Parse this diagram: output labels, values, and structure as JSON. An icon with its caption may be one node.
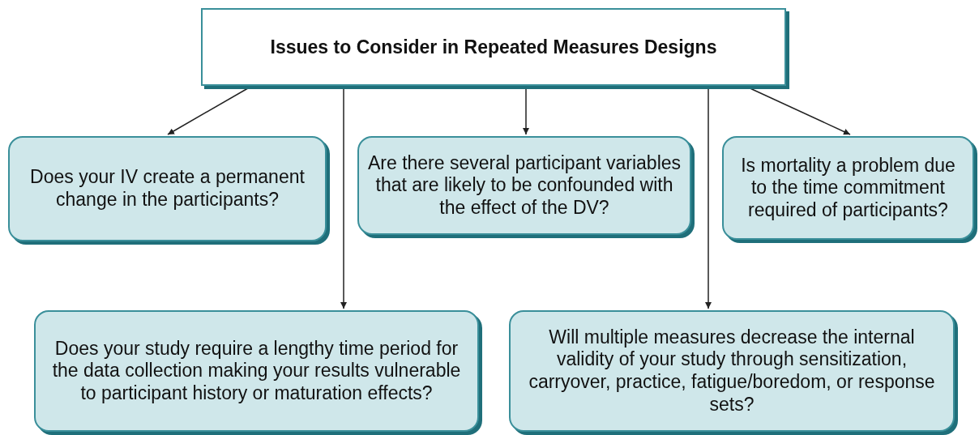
{
  "diagram": {
    "nodes": [
      {
        "text": [
          "Issues to Consider in Repeated Measures Designs"
        ]
      },
      {
        "text": [
          "Does your IV create a permanent change in the participants?"
        ]
      },
      {
        "text": [
          "Are there several participant variables that are likely to be confounded with the effect of the DV?"
        ]
      },
      {
        "text": [
          "Is mortality a problem due to the time commitment required of participants?"
        ]
      },
      {
        "text": [
          "Does your study require a lengthy time period for the data collection making your results vulnerable to participant history or maturation effects?"
        ]
      },
      {
        "text": [
          "Will multiple measures decrease the internal validity of your study through sensitization, carryover, practice, fatigue/boredom, or response sets?"
        ]
      }
    ],
    "edges": [
      {
        "from": 0,
        "to": 1,
        "arrow": "to"
      },
      {
        "from": 0,
        "to": 4,
        "arrow": "to"
      },
      {
        "from": 0,
        "to": 2,
        "arrow": "to"
      },
      {
        "from": 0,
        "to": 5,
        "arrow": "to"
      },
      {
        "from": 0,
        "to": 3,
        "arrow": "to"
      }
    ]
  }
}
